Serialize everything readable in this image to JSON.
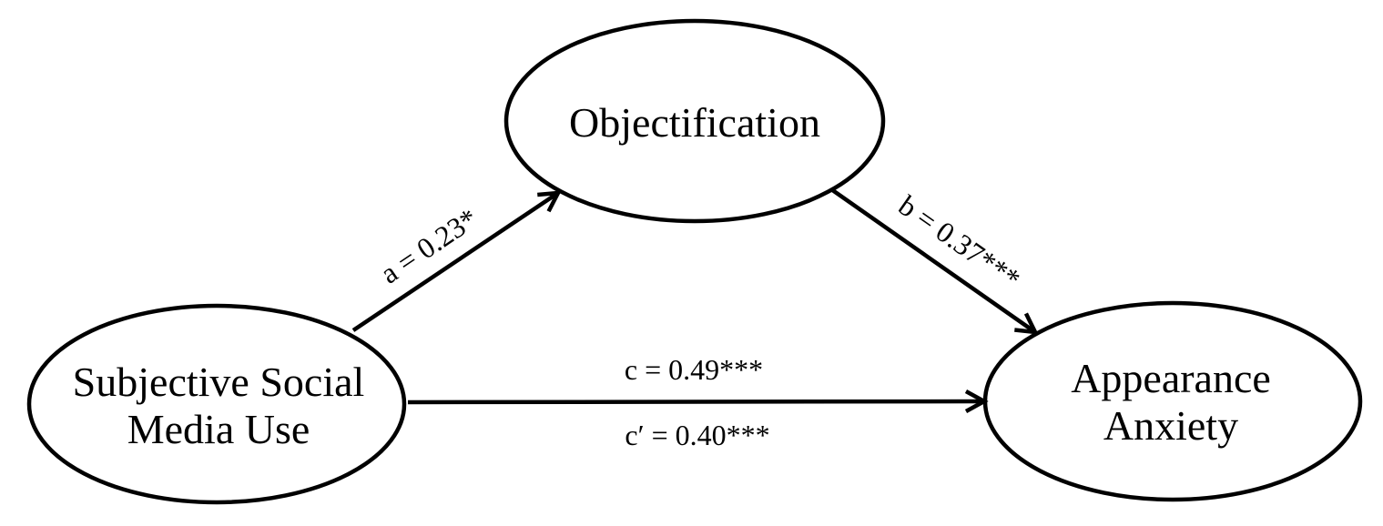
{
  "figure": {
    "type": "mediation-path-diagram",
    "background_color": "#ffffff",
    "stroke_color": "#000000",
    "text_color": "#000000",
    "nodes": {
      "predictor": {
        "label": "Subjective Social\nMedia Use"
      },
      "mediator": {
        "label": "Objectification"
      },
      "outcome": {
        "label": "Appearance\nAnxiety"
      }
    },
    "paths": {
      "a": {
        "label": "a = 0.23*",
        "from": "Subjective Social Media Use",
        "to": "Objectification"
      },
      "b": {
        "label": "b = 0.37***",
        "from": "Objectification",
        "to": "Appearance Anxiety"
      },
      "c": {
        "label": "c = 0.49***",
        "from": "Subjective Social Media Use",
        "to": "Appearance Anxiety"
      },
      "c_prime": {
        "label": "c′ = 0.40***",
        "from": "Subjective Social Media Use",
        "to": "Appearance Anxiety"
      }
    }
  }
}
